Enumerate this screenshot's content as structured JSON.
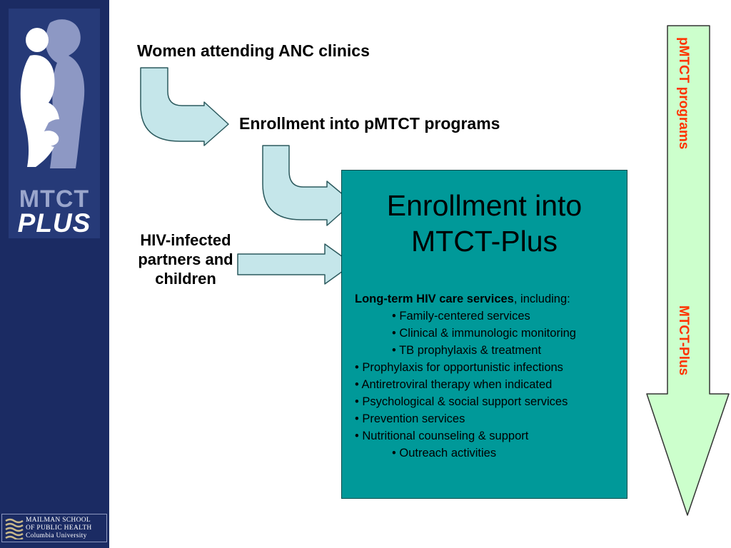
{
  "logo": {
    "line1": "MTCT",
    "line2": "PLUS"
  },
  "institution": {
    "line1": "MAILMAN SCHOOL",
    "line2": "OF PUBLIC HEALTH",
    "line3": "Columbia University"
  },
  "flow": {
    "step1": "Women attending ANC clinics",
    "step2": "Enrollment into pMTCT programs",
    "side_input": "HIV-infected partners and children"
  },
  "main_box": {
    "title_line1": "Enrollment into",
    "title_line2": "MTCT-Plus",
    "intro_bold": "Long-term HIV care services",
    "intro_rest": ", including:",
    "items": [
      "• Family-centered services",
      "• Clinical & immunologic monitoring",
      "• TB prophylaxis & treatment",
      "• Prophylaxis for opportunistic infections",
      "• Antiretroviral therapy when indicated",
      "• Psychological & social support services",
      "• Prevention services",
      "• Nutritional counseling & support",
      "• Outreach activities"
    ]
  },
  "vertical_arrow": {
    "label_top": "pMTCT programs",
    "label_bottom": "MTCT-Plus"
  },
  "colors": {
    "sidebar": "#1b2b63",
    "box_fill": "#009999",
    "curved_arrow_fill": "#c5e6ea",
    "vertical_arrow_fill": "#ccffcc",
    "vertical_label": "#ff3300"
  }
}
